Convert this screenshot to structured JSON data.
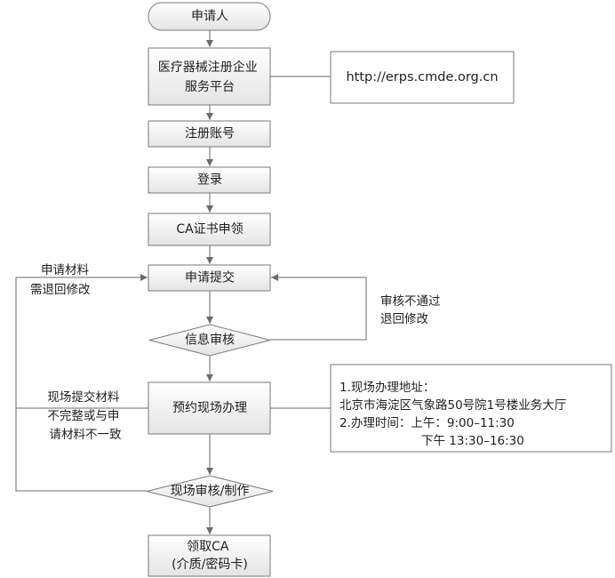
{
  "nodes": {
    "applicant": {
      "lines": [
        "申请人"
      ]
    },
    "platform": {
      "lines": [
        "医疗器械注册企业",
        "服务平台"
      ]
    },
    "url": {
      "lines": [
        "http://erps.cmde.org.cn"
      ]
    },
    "register": {
      "lines": [
        "注册账号"
      ]
    },
    "login": {
      "lines": [
        "登录"
      ]
    },
    "ca_apply": {
      "lines": [
        "CA证书申领"
      ]
    },
    "submit": {
      "lines": [
        "申请提交"
      ]
    },
    "info_review": {
      "lines": [
        "信息审核"
      ]
    },
    "appointment": {
      "lines": [
        "预约现场办理"
      ]
    },
    "onsite_info": {
      "lines": [
        "1.现场办理地址：",
        "北京市海淀区气象路50号院1号楼业务大厅",
        "2.办理时间：上午：9:00–11:30",
        "下午 13:30–16:30"
      ]
    },
    "onsite_review": {
      "lines": [
        "现场审核/制作"
      ]
    },
    "receive_ca": {
      "lines": [
        "领取CA",
        "(介质/密码卡)"
      ]
    }
  },
  "labels": {
    "material_return": [
      "申请材料",
      "需退回修改"
    ],
    "review_fail": [
      "审核不通过",
      "退回修改"
    ],
    "onsite_mismatch": [
      "现场提交材料",
      "不完整或与申",
      "请材料不一致"
    ]
  },
  "colors": {
    "box_top": "#ffffff",
    "box_bottom": "#e4e4e4",
    "border": "#7a7a7a",
    "line": "#6b6b6b"
  }
}
